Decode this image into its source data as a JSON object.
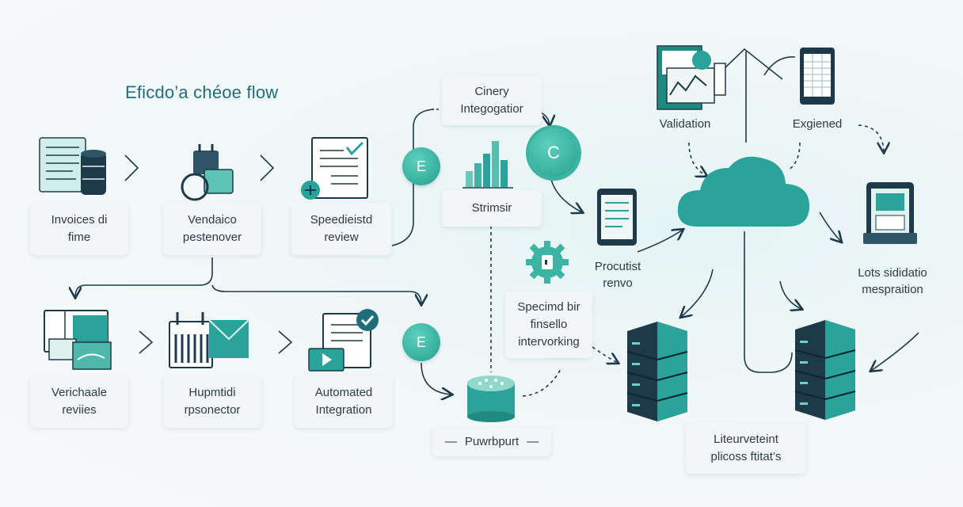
{
  "title": "Eficdo’a chéoe flow",
  "boxes": {
    "invoices": [
      "Invoices di",
      "fime"
    ],
    "vendaico": [
      "Vendaico",
      "pestenover"
    ],
    "speedicistd": [
      "Speedieistd",
      "review"
    ],
    "verichaale": [
      "Verichaale",
      "reviies"
    ],
    "hupmtidi": [
      "Hupmtidi",
      "rpsonector"
    ],
    "automated": [
      "Automated",
      "Integration"
    ],
    "cinery": [
      "Cinery",
      "Integogatior"
    ],
    "strimsir": [
      "Strimsir"
    ],
    "specimd": [
      "Specimd bir",
      "finsello",
      "intervorking"
    ],
    "purwrbpurt": [
      "Puwrbpurt"
    ],
    "liteurveteint": [
      "Liteurveteint",
      "plicoss ftitat’s"
    ]
  },
  "labels": {
    "validation": [
      "Validation"
    ],
    "exgiened": [
      "Exgiened"
    ],
    "procutist": [
      "Procutist",
      "renvo"
    ],
    "lots": [
      "Lots sididatio",
      "mespraition"
    ]
  },
  "badges": {
    "e1": "E",
    "e2": "E",
    "c": "C"
  },
  "colors": {
    "teal": "#2aa39a",
    "teal_dark": "#1f6f7a",
    "navy": "#1e3a4a",
    "card": "#f3f6f8"
  }
}
